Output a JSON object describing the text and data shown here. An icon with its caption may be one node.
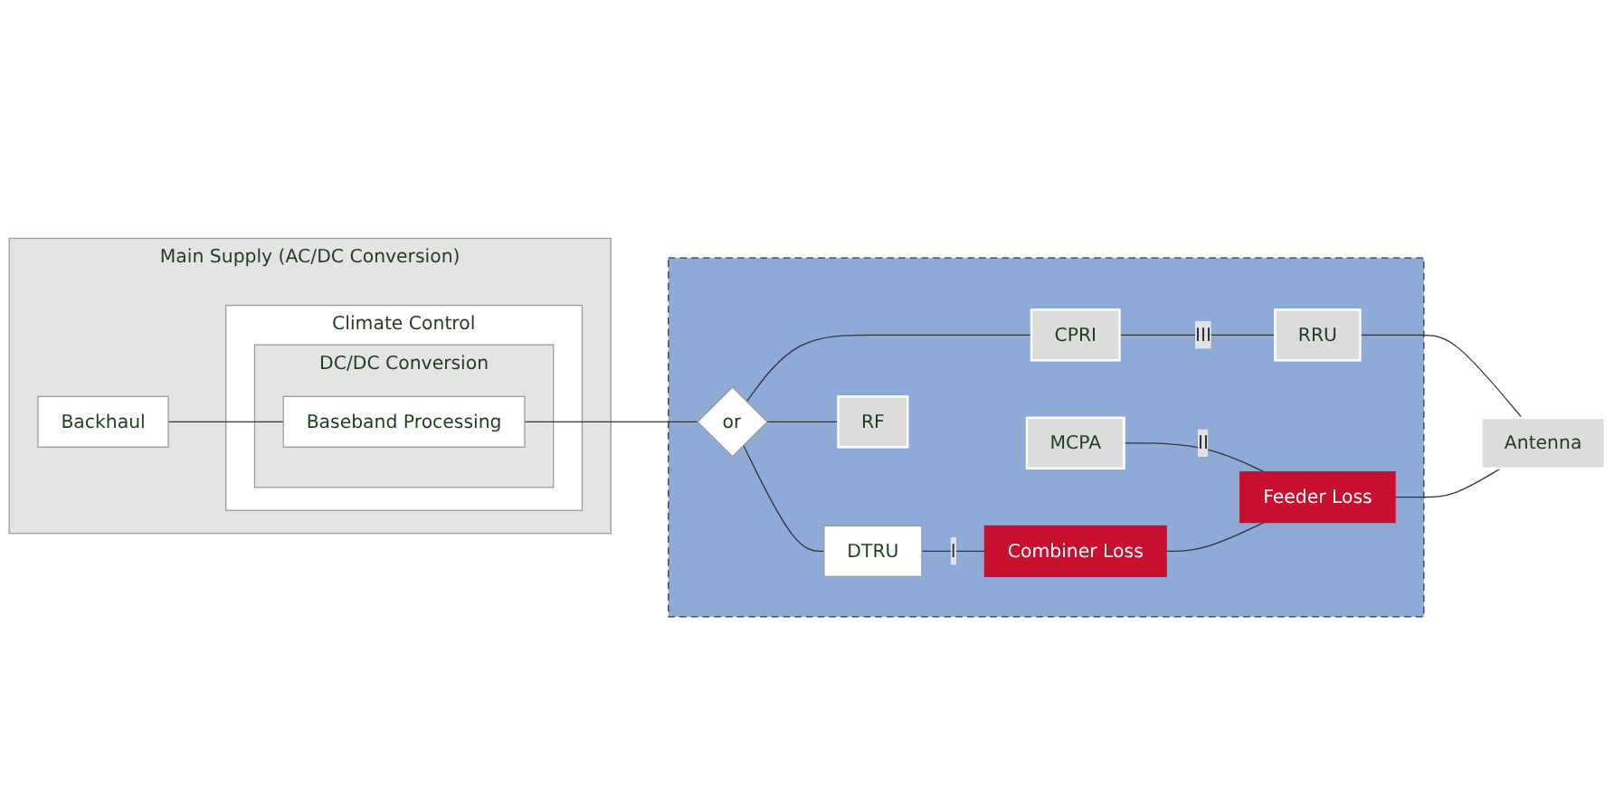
{
  "diagram": {
    "nodes": [
      {
        "text": [
          "Main Supply (AC/DC Conversion)"
        ]
      },
      {
        "text": [
          "Backhaul"
        ],
        "in": 0
      },
      {
        "text": [
          "Climate Control"
        ],
        "in": 0
      },
      {
        "text": [
          "DC/DC Conversion"
        ],
        "in": 2
      },
      {
        "text": [
          "Baseband Processing"
        ],
        "in": 3
      },
      {
        "text": [],
        "shape": "box"
      },
      {
        "text": [
          "or"
        ],
        "in": 5
      },
      {
        "text": [
          "DTRU"
        ],
        "in": 5
      },
      {
        "text": [
          "RF"
        ],
        "in": 5
      },
      {
        "text": [
          "MCPA"
        ],
        "in": 5
      },
      {
        "text": [
          "Combiner Loss"
        ],
        "in": 5
      },
      {
        "text": [
          "Feeder Loss"
        ],
        "in": 5
      },
      {
        "text": [
          "CPRI"
        ],
        "in": 5
      },
      {
        "text": [
          "RRU"
        ],
        "in": 5
      },
      {
        "text": [
          "Antenna"
        ]
      }
    ],
    "edges": [
      {
        "from": 1,
        "to": 4,
        "arrow": "none"
      },
      {
        "from": 4,
        "to": 6,
        "arrow": "none"
      },
      {
        "from": 6,
        "to": 7,
        "arrow": "none"
      },
      {
        "from": 6,
        "to": 8,
        "arrow": "none"
      },
      {
        "from": 6,
        "to": 12,
        "arrow": "none"
      },
      {
        "from": 7,
        "to": 10,
        "label": "I",
        "arrow": "none"
      },
      {
        "from": 9,
        "to": 11,
        "label": "II",
        "arrow": "none"
      },
      {
        "from": 10,
        "to": 11,
        "arrow": "none"
      },
      {
        "from": 13,
        "to": 14,
        "arrow": "none"
      },
      {
        "from": 11,
        "to": 14,
        "arrow": "none"
      },
      {
        "from": 12,
        "to": 13,
        "label": "III",
        "arrow": "none"
      }
    ]
  }
}
